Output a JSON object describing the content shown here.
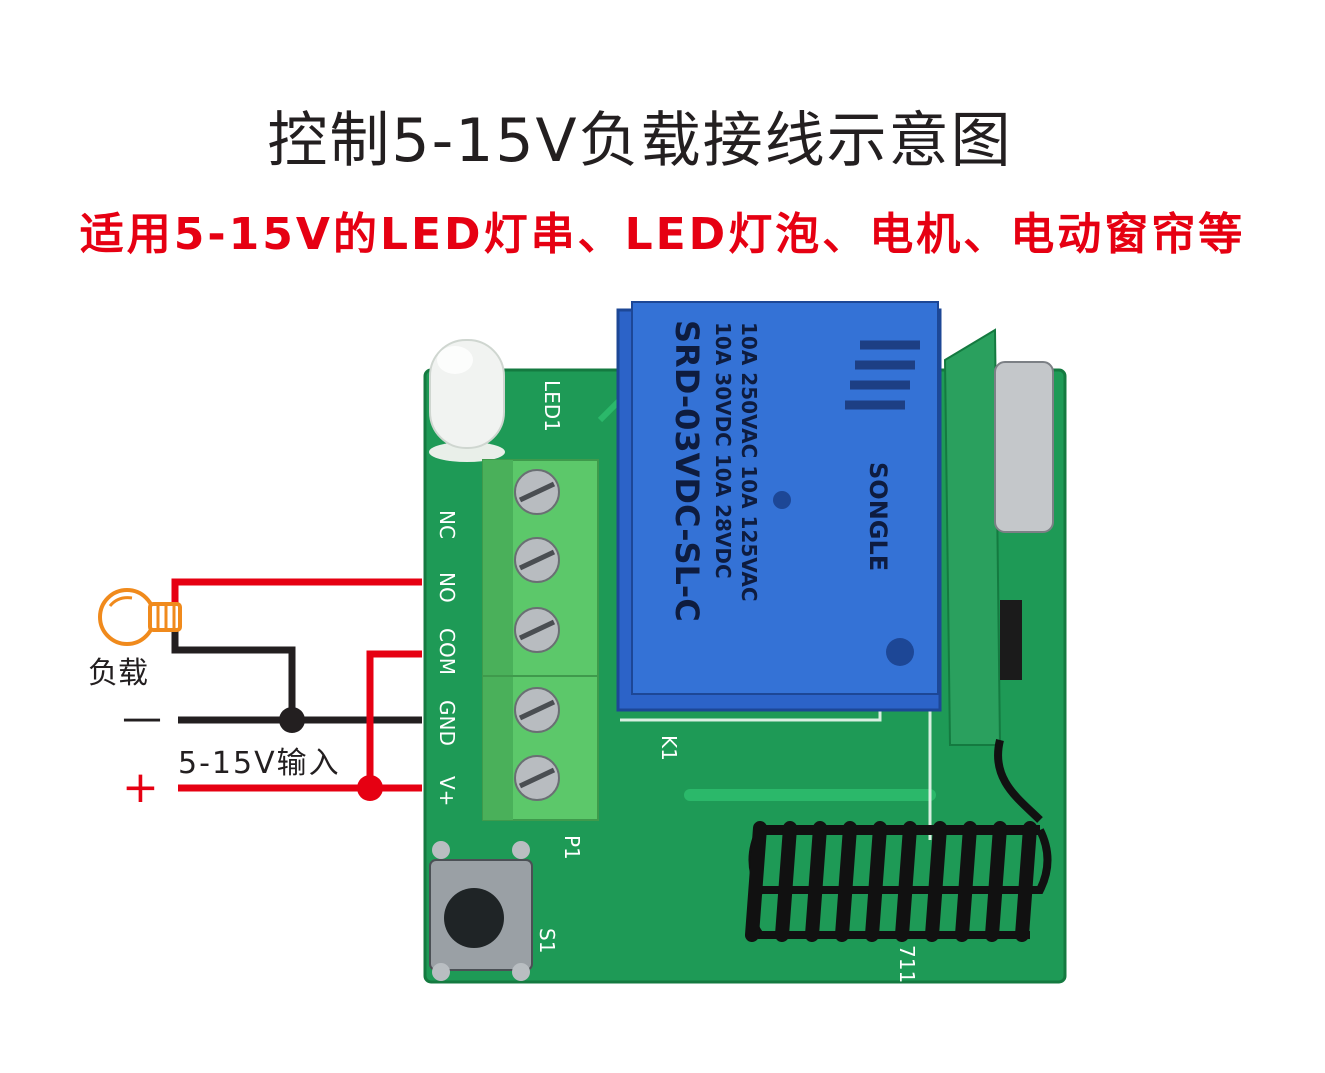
{
  "title": "控制5-15V负载接线示意图",
  "subtitle": "适用5-15V的LED灯串、LED灯泡、电机、电动窗帘等",
  "labels": {
    "load": "负载",
    "minus": "—",
    "input": "5-15V输入",
    "plus": "+"
  },
  "terminals": [
    "NC",
    "NO",
    "COM",
    "GND",
    "V+"
  ],
  "pcb": {
    "led": "LED1",
    "k1": "K1",
    "p1": "P1",
    "s1": "S1",
    "code": "711"
  },
  "relay": {
    "model": "SRD-03VDC-SL-C",
    "rating1": "10A 250VAC  10A 125VAC",
    "rating2": "10A 30VDC  10A 28VDC",
    "brand": "SONGLE"
  },
  "colors": {
    "wire_red": "#e60012",
    "wire_black": "#231f20",
    "pcb": "#1e9a56",
    "relay": "#2c63c8",
    "terminal": "#5cc86a"
  }
}
